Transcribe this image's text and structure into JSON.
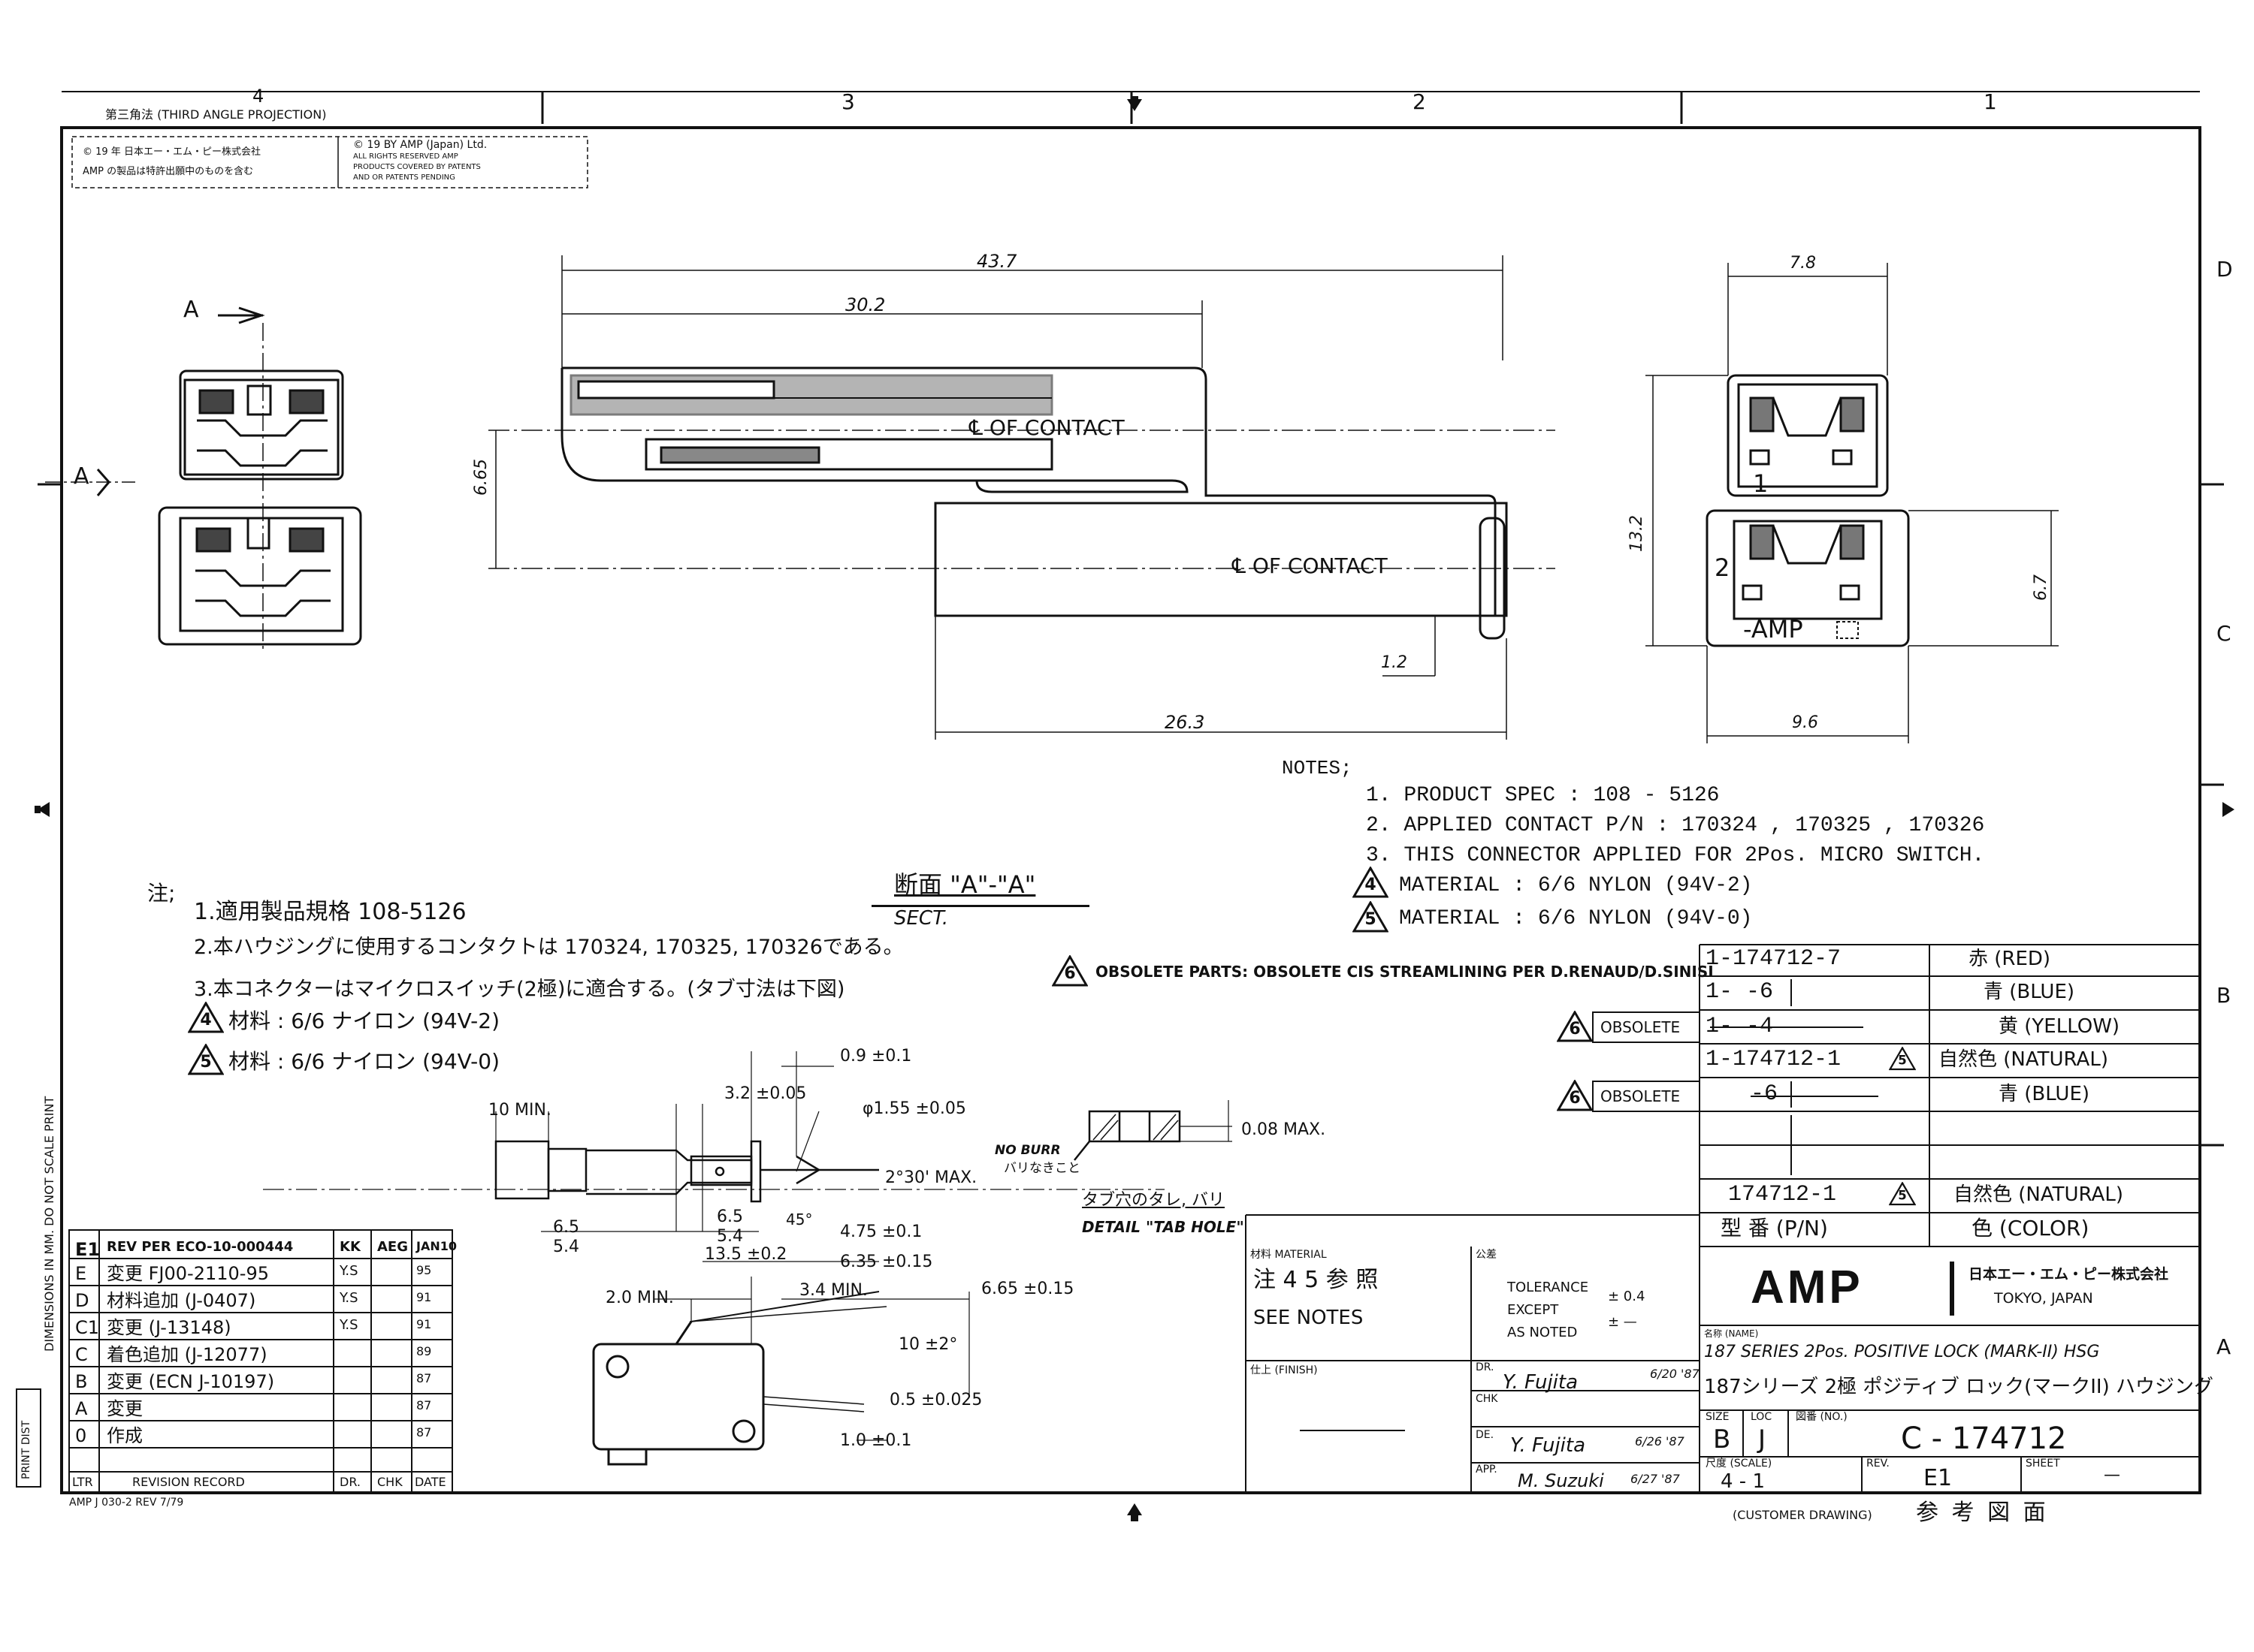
{
  "zones": {
    "top": [
      "4",
      "3",
      "2",
      "1"
    ],
    "right": [
      "D",
      "C",
      "B",
      "A"
    ]
  },
  "header": {
    "projection": "第三角法 (THIRD ANGLE PROJECTION)",
    "copyright_jp": "© 19 年 日本エー・エム・ピー株式会社",
    "copyright_jp2": "AMP の製品は特許出願中のものを含む",
    "copyright_en1": "© 19 BY AMP (Japan) Ltd.",
    "copyright_en2": "ALL RIGHTS RESERVED AMP",
    "copyright_en3": "PRODUCTS COVERED BY PATENTS",
    "copyright_en4": "AND OR PATENTS PENDING"
  },
  "views": {
    "label_a_top": "A",
    "label_a_side": "A",
    "dim_43_7": "43.7",
    "dim_30_2": "30.2",
    "dim_6_65": "6.65",
    "cl_contact_1": "℄ OF CONTACT",
    "cl_contact_2": "℄ OF CONTACT",
    "dim_1_2": "1.2",
    "dim_26_3": "26.3",
    "dim_7_8": "7.8",
    "dim_13_2": "13.2",
    "dim_6_7": "6.7",
    "dim_9_6": "9.6",
    "pos_1": "1",
    "pos_2": "2",
    "amp_mark": "-AMP"
  },
  "notes_en": {
    "heading": "NOTES;",
    "n1": "1. PRODUCT  SPEC  : 108 - 5126",
    "n2": "2. APPLIED CONTACT P/N : 170324 , 170325 , 170326",
    "n3": "3. THIS CONNECTOR APPLIED FOR 2Pos. MICRO SWITCH.",
    "n4": "MATERIAL : 6/6 NYLON (94V-2)",
    "n5": "MATERIAL : 6/6 NYLON (94V-0)",
    "tri4": "4",
    "tri5": "5"
  },
  "notes_jp": {
    "heading": "注;",
    "n1": "1.適用製品規格  108-5126",
    "n2": "2.本ハウジングに使用するコンタクトは 170324, 170325, 170326である。",
    "n3": "3.本コネクターはマイクロスイッチ(2極)に適合する。(タブ寸法は下図)",
    "n4": "材料 : 6/6 ナイロン (94V-2)",
    "n5": "材料 : 6/6 ナイロン (94V-0)"
  },
  "section": {
    "title": "断面 \"A\"-\"A\"",
    "sub": "SECT."
  },
  "obsolete_note": "OBSOLETE PARTS: OBSOLETE CIS STREAMLINING PER D.RENAUD/D.SINISI",
  "tab_detail": {
    "d_10min": "10 MIN.",
    "d_3_2": "3.2 ±0.05",
    "d_0_9": "0.9 ±0.1",
    "d_phi": "φ1.55 ±0.05",
    "d_2_30": "2°30' MAX.",
    "d_45": "45°",
    "d_6_5": "6.5",
    "d_5_4": "5.4",
    "d_6_5b": "6.5",
    "d_5_4b": "5.4",
    "d_13_5": "13.5 ±0.2",
    "d_4_75": "4.75 ±0.1",
    "d_6_35": "6.35 ±0.15",
    "no_burr": "NO BURR",
    "no_burr_jp": "バリなきこと",
    "d_0_08": "0.08 MAX.",
    "tab_hole_jp": "タブ穴のタレ, バリ",
    "tab_hole": "DETAIL \"TAB HOLE\""
  },
  "switch": {
    "d_2_0": "2.0 MIN.",
    "d_3_4": "3.4 MIN.",
    "d_6_65": "6.65 ±0.15",
    "d_10": "10 ±2°",
    "d_0_5": "0.5 ±0.025",
    "d_1_0": "1.0 ±0.1"
  },
  "parts": {
    "rows": [
      {
        "pn": "1-174712-7",
        "color": "赤 (RED)"
      },
      {
        "pn": "1-     -6",
        "color": "青 (BLUE)"
      },
      {
        "pn": "1-     -4",
        "color": "黄 (YELLOW)",
        "obsolete": "OBSOLETE"
      },
      {
        "pn": "1-174712-1",
        "color": "自然色 (NATURAL)"
      },
      {
        "pn": "     -6",
        "color": "青 (BLUE)",
        "obsolete": "OBSOLETE"
      },
      {
        "pn": "174712-1",
        "color": "自然色 (NATURAL)"
      }
    ],
    "hdr_pn": "型 番 (P/N)",
    "hdr_color": "色 (COLOR)",
    "tri6": "6",
    "tri5": "5"
  },
  "revisions": {
    "rows": [
      {
        "ltr": "E1",
        "desc": "REV PER ECO-10-000444",
        "dr": "KK",
        "chk": "AEG",
        "date": "JAN10"
      },
      {
        "ltr": "E",
        "desc": "変更 FJ00-2110-95",
        "dr": "Y.S",
        "chk": "",
        "date": "95"
      },
      {
        "ltr": "D",
        "desc": "材料追加 (J-0407)",
        "dr": "Y.S",
        "chk": "",
        "date": "91"
      },
      {
        "ltr": "C1",
        "desc": "変更   (J-13148)",
        "dr": "Y.S",
        "chk": "",
        "date": "91"
      },
      {
        "ltr": "C",
        "desc": "着色追加 (J-12077)",
        "dr": "",
        "chk": "",
        "date": "89"
      },
      {
        "ltr": "B",
        "desc": "変更    (ECN J-10197)",
        "dr": "",
        "chk": "",
        "date": "87"
      },
      {
        "ltr": "A",
        "desc": "変更",
        "dr": "",
        "chk": "",
        "date": "87"
      },
      {
        "ltr": "0",
        "desc": "作成",
        "dr": "",
        "chk": "",
        "date": "87"
      }
    ],
    "footer": [
      "LTR",
      "REVISION RECORD",
      "DR.",
      "CHK",
      "DATE"
    ]
  },
  "title_block": {
    "material_lbl": "材料 MATERIAL",
    "material_val": "注 4 5 参 照",
    "see_notes": "SEE NOTES",
    "finish_lbl": "仕上 (FINISH)",
    "tol_lbl": "公差",
    "tolerance": "TOLERANCE",
    "except": "EXCEPT",
    "as_noted": "AS NOTED",
    "tol_val1": "± 0.4",
    "tol_val2": "± —",
    "dr": "DR.",
    "chk": "CHK",
    "de": "DE.",
    "app": "APP.",
    "dr_sig": "Y. Fujita",
    "dr_date": "6/20 '87",
    "de_sig": "Y. Fujita",
    "de_date": "6/26 '87",
    "app_sig": "M. Suzuki",
    "app_date": "6/27 '87",
    "company_logo": "AMP",
    "company_jp": "日本エー・エム・ピー株式会社",
    "company_city": "TOKYO, JAPAN",
    "name_lbl": "名称 (NAME)",
    "name_en": "187 SERIES 2Pos. POSITIVE LOCK (MARK-II) HSG",
    "name_jp": "187シリーズ 2極 ポジティブ ロック(マークII) ハウジング",
    "size_lbl": "SIZE",
    "loc_lbl": "LOC",
    "no_lbl": "図番 (NO.)",
    "size": "B",
    "loc": "J",
    "drawing_no": "C - 174712",
    "scale_lbl": "尺度 (SCALE)",
    "scale": "4 - 1",
    "rev_lbl": "REV.",
    "rev": "E1",
    "sheet_lbl": "SHEET",
    "sheet": "—",
    "customer": "(CUSTOMER DRAWING)",
    "customer_jp": "参   考   図   面"
  },
  "footer": {
    "form": "AMP J 030-2  REV 7/79",
    "side_text": "PRINT DIST",
    "vertical_note": "DIMENSIONS IN MM. DO NOT SCALE PRINT"
  }
}
